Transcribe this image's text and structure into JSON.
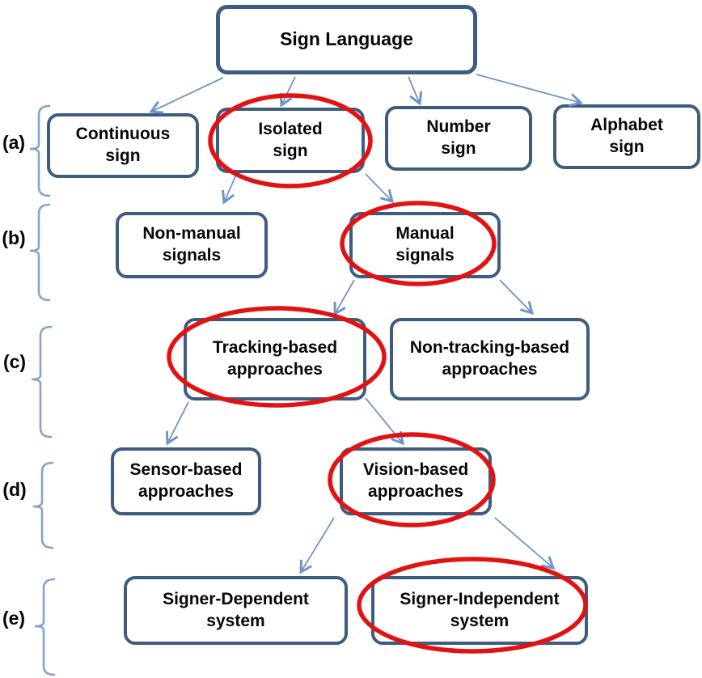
{
  "figure": {
    "row_labels": [
      "(a)",
      "(b)",
      "(c)",
      "(d)",
      "(e)"
    ],
    "nodes": {
      "root": {
        "label": "Sign Language",
        "circled": false
      },
      "continuous": {
        "label": "Continuous\nsign",
        "circled": false
      },
      "isolated": {
        "label": "Isolated\nsign",
        "circled": true
      },
      "number": {
        "label": "Number\nsign",
        "circled": false
      },
      "alphabet": {
        "label": "Alphabet\nsign",
        "circled": false
      },
      "non_manual": {
        "label": "Non-manual\nsignals",
        "circled": false
      },
      "manual": {
        "label": "Manual\nsignals",
        "circled": true
      },
      "tracking": {
        "label": "Tracking-based\napproaches",
        "circled": true
      },
      "non_tracking": {
        "label": "Non-tracking-based\napproaches",
        "circled": false
      },
      "sensor": {
        "label": "Sensor-based\napproaches",
        "circled": false
      },
      "vision": {
        "label": "Vision-based\napproaches",
        "circled": true
      },
      "signer_dependent": {
        "label": "Signer-Dependent\nsystem",
        "circled": false
      },
      "signer_independent": {
        "label": "Signer-Independent\nsystem",
        "circled": true
      }
    },
    "edges": [
      {
        "from": "root",
        "to": "continuous"
      },
      {
        "from": "root",
        "to": "isolated"
      },
      {
        "from": "root",
        "to": "number"
      },
      {
        "from": "root",
        "to": "alphabet"
      },
      {
        "from": "isolated",
        "to": "non_manual"
      },
      {
        "from": "isolated",
        "to": "manual"
      },
      {
        "from": "manual",
        "to": "tracking"
      },
      {
        "from": "manual",
        "to": "non_tracking"
      },
      {
        "from": "tracking",
        "to": "sensor"
      },
      {
        "from": "tracking",
        "to": "vision"
      },
      {
        "from": "vision",
        "to": "signer_dependent"
      },
      {
        "from": "vision",
        "to": "signer_independent"
      }
    ],
    "colors": {
      "box_border": "#3E5C80",
      "arrow": "#6F94C5",
      "brace": "#85A3CC",
      "highlight_red": "#E31212",
      "text": "#070707",
      "background": "#FFFFFF"
    }
  }
}
